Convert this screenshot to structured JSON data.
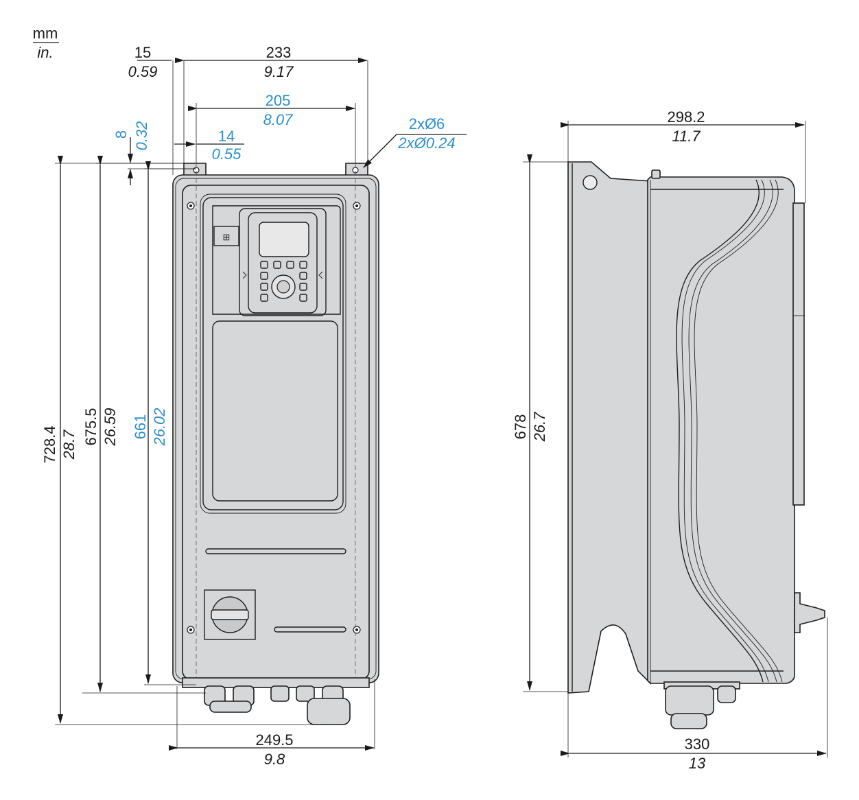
{
  "units": {
    "top": "mm",
    "bottom": "in."
  },
  "front": {
    "width_15": {
      "mm": "15",
      "in": "0.59"
    },
    "width_233": {
      "mm": "233",
      "in": "9.17"
    },
    "width_205": {
      "mm": "205",
      "in": "8.07"
    },
    "width_14": {
      "mm": "14",
      "in": "0.55"
    },
    "hole": {
      "mm": "2xØ6",
      "in": "2xØ0.24"
    },
    "offset_8": {
      "mm": "8",
      "in": "0.32"
    },
    "height_728": {
      "mm": "728.4",
      "in": "28.7"
    },
    "height_675": {
      "mm": "675.5",
      "in": "26.59"
    },
    "height_661": {
      "mm": "661",
      "in": "26.02"
    },
    "width_249": {
      "mm": "249.5",
      "in": "9.8"
    }
  },
  "side": {
    "depth_298": {
      "mm": "298.2",
      "in": "11.7"
    },
    "height_678": {
      "mm": "678",
      "in": "26.7"
    },
    "depth_330": {
      "mm": "330",
      "in": "13"
    }
  },
  "colors": {
    "line": "#1a1a1a",
    "accent": "#2a8fd0",
    "body": "#d6d7d9"
  }
}
